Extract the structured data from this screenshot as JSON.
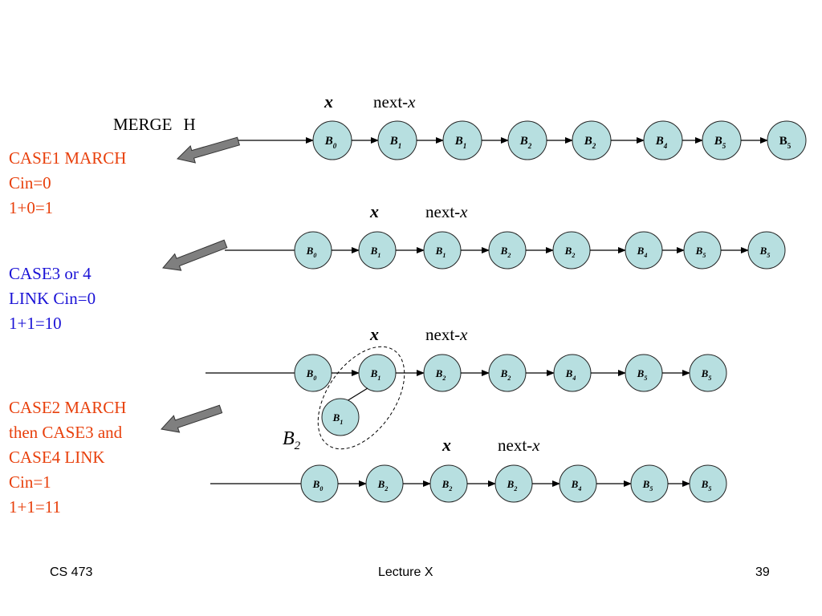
{
  "merge": {
    "word": "MERGE",
    "arg": "H"
  },
  "cases": [
    {
      "lines": [
        "CASE1 MARCH",
        "Cin=0",
        "1+0=1"
      ],
      "color": "#e8400c"
    },
    {
      "lines": [
        "CASE3 or 4",
        "LINK Cin=0",
        "1+1=10"
      ],
      "color": "#1a12d6"
    },
    {
      "lines": [
        "CASE2 MARCH",
        "then CASE3 and",
        "CASE4 LINK",
        "Cin=1",
        "1+1=11"
      ],
      "color": "#e8400c"
    }
  ],
  "pointer_labels": {
    "x": "x",
    "next_prefix": "next-",
    "next_var": "x"
  },
  "rows": [
    {
      "nodes": [
        {
          "base": "B",
          "sub": "0",
          "italic": true
        },
        {
          "base": "B",
          "sub": "1",
          "italic": true
        },
        {
          "base": "B",
          "sub": "1",
          "italic": true
        },
        {
          "base": "B",
          "sub": "2",
          "italic": true
        },
        {
          "base": "B",
          "sub": "2",
          "italic": true
        },
        {
          "base": "B",
          "sub": "4",
          "italic": true
        },
        {
          "base": "B",
          "sub": "5",
          "italic": true
        },
        {
          "base": "B",
          "sub": "5",
          "italic": false
        }
      ]
    },
    {
      "nodes": [
        {
          "base": "B",
          "sub": "0",
          "italic": true
        },
        {
          "base": "B",
          "sub": "1",
          "italic": true
        },
        {
          "base": "B",
          "sub": "1",
          "italic": true
        },
        {
          "base": "B",
          "sub": "2",
          "italic": true
        },
        {
          "base": "B",
          "sub": "2",
          "italic": true
        },
        {
          "base": "B",
          "sub": "4",
          "italic": true
        },
        {
          "base": "B",
          "sub": "5",
          "italic": true
        },
        {
          "base": "B",
          "sub": "5",
          "italic": true
        }
      ]
    },
    {
      "nodes": [
        {
          "base": "B",
          "sub": "0",
          "italic": true
        },
        {
          "base": "B",
          "sub": "1",
          "italic": true
        },
        {
          "base": "B",
          "sub": "2",
          "italic": true
        },
        {
          "base": "B",
          "sub": "2",
          "italic": true
        },
        {
          "base": "B",
          "sub": "4",
          "italic": true
        },
        {
          "base": "B",
          "sub": "5",
          "italic": true
        },
        {
          "base": "B",
          "sub": "5",
          "italic": true
        }
      ],
      "child": {
        "base": "B",
        "sub": "1",
        "italic": true
      },
      "group_label": {
        "base": "B",
        "sub": "2"
      }
    },
    {
      "nodes": [
        {
          "base": "B",
          "sub": "0",
          "italic": true
        },
        {
          "base": "B",
          "sub": "2",
          "italic": true
        },
        {
          "base": "B",
          "sub": "2",
          "italic": true
        },
        {
          "base": "B",
          "sub": "2",
          "italic": true
        },
        {
          "base": "B",
          "sub": "4",
          "italic": true
        },
        {
          "base": "B",
          "sub": "5",
          "italic": true
        },
        {
          "base": "B",
          "sub": "5",
          "italic": true
        }
      ]
    }
  ],
  "colors": {
    "node_fill": "#b7dfe0",
    "arrow_fill": "#7f7f7f"
  },
  "footer": {
    "left": "CS 473",
    "center": "Lecture X",
    "right": "39"
  }
}
